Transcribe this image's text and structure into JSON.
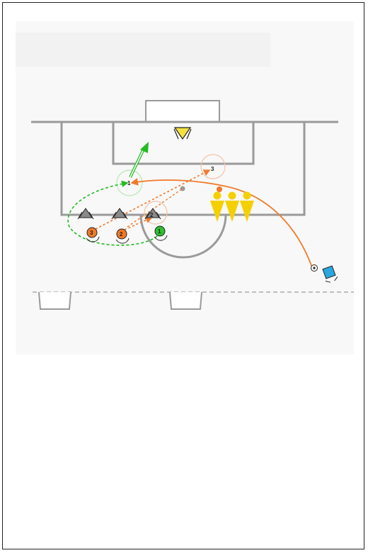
{
  "diagram": {
    "title": "",
    "colors": {
      "frame": "#222222",
      "field_bg": "#f7f7f7",
      "lines": "#9a9a9a",
      "attacker": "#f07a2a",
      "shooter": "#2fbf2f",
      "defender": "#8a8a8a",
      "mannequin": "#f5d000",
      "keeper": "#f5e040",
      "coach": "#29a8e0",
      "pass_line": "#f07a2a",
      "run_line": "#22bb22"
    },
    "players": [
      {
        "id": "attacker-3",
        "label": "3",
        "role": "attacker"
      },
      {
        "id": "attacker-2",
        "label": "2",
        "role": "attacker"
      },
      {
        "id": "shooter-1",
        "label": "1",
        "role": "shooter"
      }
    ],
    "defenders": [
      {
        "id": "defender-a",
        "label": ""
      },
      {
        "id": "defender-b",
        "label": ""
      },
      {
        "id": "defender-2",
        "label": "2"
      }
    ],
    "targets": [
      {
        "id": "target-1",
        "label": "1"
      },
      {
        "id": "target-3",
        "label": "3"
      }
    ],
    "icons": {
      "ball": "soccer-ball-icon",
      "coach": "coach-icon",
      "goalkeeper": "goalkeeper-icon",
      "mannequin": "mannequin-icon"
    }
  }
}
